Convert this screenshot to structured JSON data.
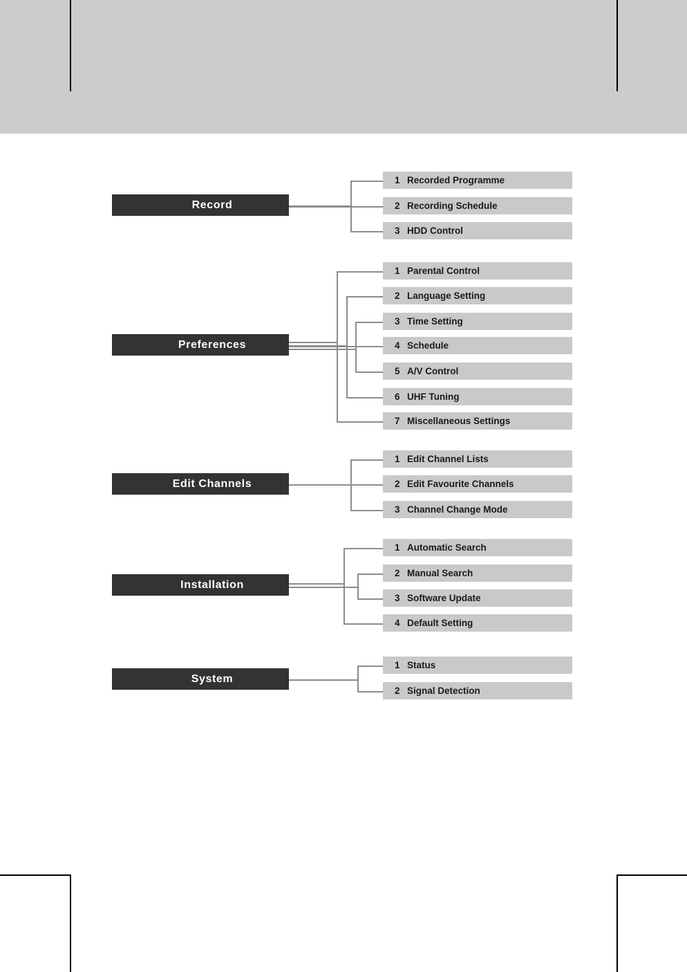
{
  "page": {
    "background_color": "#ffffff",
    "header_band_color": "#cccccc",
    "parent_node_color": "#333333",
    "child_node_color": "#c9c9c9",
    "connector_color": "#8c8c8c",
    "rule_color": "#000000"
  },
  "diagram": {
    "type": "menu-tree",
    "groups": [
      {
        "title": "Record",
        "items": [
          {
            "num": "1",
            "label": "Recorded Programme"
          },
          {
            "num": "2",
            "label": "Recording Schedule"
          },
          {
            "num": "3",
            "label": "HDD Control"
          }
        ]
      },
      {
        "title": "Preferences",
        "items": [
          {
            "num": "1",
            "label": "Parental Control"
          },
          {
            "num": "2",
            "label": "Language Setting"
          },
          {
            "num": "3",
            "label": "Time Setting"
          },
          {
            "num": "4",
            "label": "Schedule"
          },
          {
            "num": "5",
            "label": "A/V Control"
          },
          {
            "num": "6",
            "label": "UHF Tuning"
          },
          {
            "num": "7",
            "label": "Miscellaneous Settings"
          }
        ]
      },
      {
        "title": "Edit Channels",
        "items": [
          {
            "num": "1",
            "label": "Edit Channel Lists"
          },
          {
            "num": "2",
            "label": "Edit Favourite Channels"
          },
          {
            "num": "3",
            "label": "Channel Change Mode"
          }
        ]
      },
      {
        "title": "Installation",
        "items": [
          {
            "num": "1",
            "label": "Automatic Search"
          },
          {
            "num": "2",
            "label": "Manual Search"
          },
          {
            "num": "3",
            "label": "Software Update"
          },
          {
            "num": "4",
            "label": "Default Setting"
          }
        ]
      },
      {
        "title": "System",
        "items": [
          {
            "num": "1",
            "label": "Status"
          },
          {
            "num": "2",
            "label": "Signal Detection"
          }
        ]
      }
    ]
  }
}
